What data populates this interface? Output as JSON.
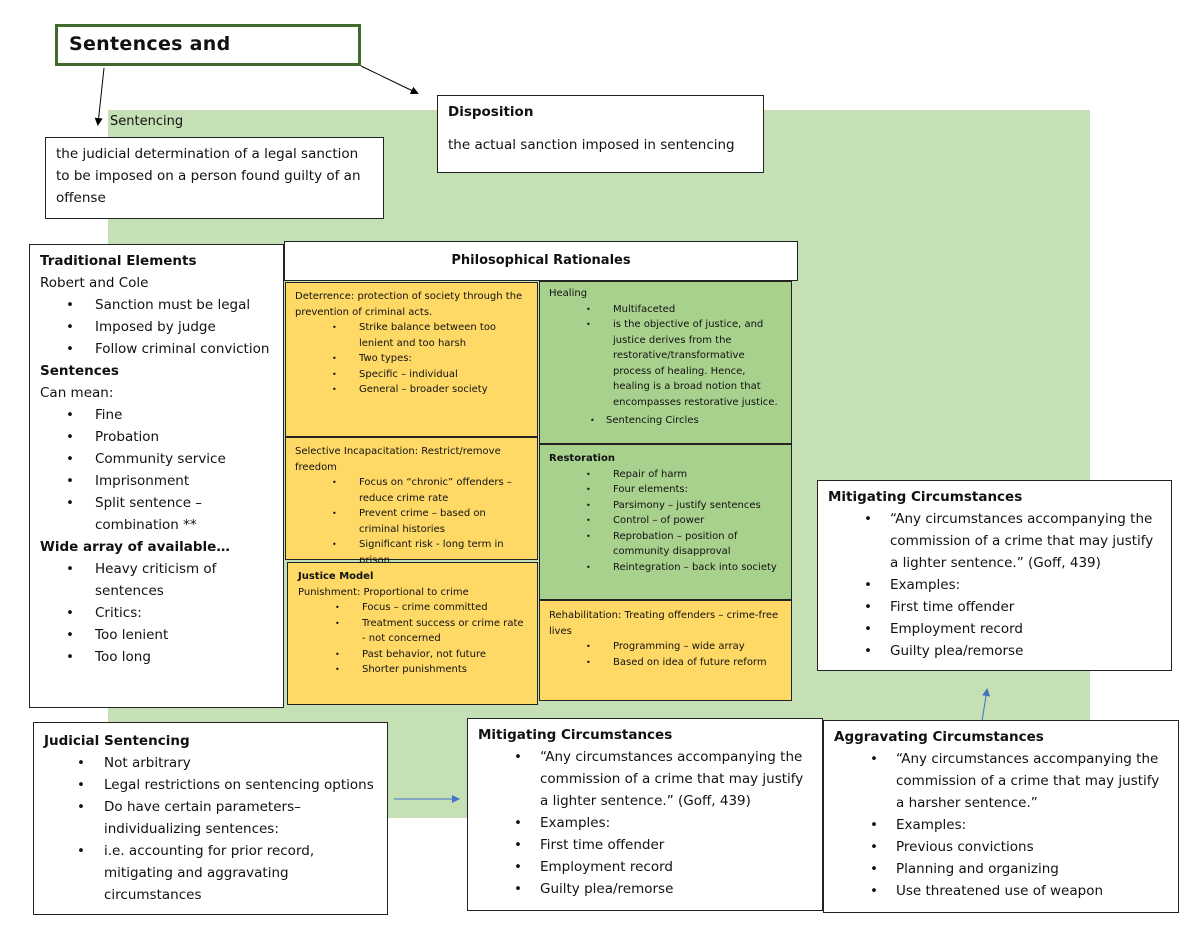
{
  "title": "Sentences and",
  "sentencing": {
    "label": "Sentencing",
    "definition": "the judicial determination of a legal sanction to be imposed on a person found guilty of an offense"
  },
  "disposition": {
    "heading": "Disposition",
    "text": "the actual sanction imposed in sentencing"
  },
  "traditional": {
    "heading": "Traditional Elements",
    "author": "Robert and Cole",
    "items": [
      "Sanction must be legal",
      "Imposed by judge",
      "Follow criminal conviction"
    ],
    "sentences_heading": "Sentences",
    "can_mean": "Can mean:",
    "sentence_items": [
      "Fine",
      "Probation",
      "Community service",
      "Imprisonment",
      "Split sentence – combination **"
    ],
    "wide_heading": "Wide array of available…",
    "wide_items": [
      "Heavy criticism of sentences",
      "Critics:",
      "Too lenient",
      "Too long"
    ]
  },
  "philosophical": {
    "heading": "Philosophical Rationales",
    "deterrence": {
      "heading": "Deterrence: protection of society through the prevention of criminal acts.",
      "items": [
        "Strike balance between too lenient and too harsh",
        "Two types:",
        "Specific – individual",
        "General – broader society"
      ]
    },
    "selective": {
      "heading": "Selective Incapacitation: Restrict/remove freedom",
      "items": [
        "Focus on “chronic” offenders – reduce crime rate",
        "Prevent crime – based on criminal histories",
        "Significant risk - long term in prison"
      ]
    },
    "justice": {
      "heading": "Justice Model",
      "subheading": "Punishment: Proportional to crime",
      "items": [
        "Focus – crime committed",
        "Treatment success or crime rate - not concerned",
        "Past behavior, not future",
        "Shorter punishments"
      ]
    },
    "healing": {
      "heading": "Healing",
      "items": [
        "Multifaceted",
        "is the objective of justice, and justice derives from the restorative/transformative process of healing. Hence, healing is a broad notion that encompasses restorative justice.",
        "Sentencing Circles"
      ]
    },
    "restoration": {
      "heading": "Restoration",
      "items": [
        "Repair of harm",
        "Four elements:",
        "Parsimony – justify sentences",
        "Control – of power",
        "Reprobation – position of community disapproval",
        "Reintegration – back into society"
      ]
    },
    "rehabilitation": {
      "heading": "Rehabilitation: Treating offenders – crime-free lives",
      "items": [
        "Programming – wide array",
        "Based on idea of future reform"
      ]
    }
  },
  "mitigating_right": {
    "heading": "Mitigating Circumstances",
    "quote": "“Any circumstances accompanying the commission of a crime that may justify a lighter sentence.” (Goff, 439)",
    "items": [
      "Examples:",
      "First time offender",
      "Employment record",
      "Guilty plea/remorse"
    ]
  },
  "judicial": {
    "heading": "Judicial Sentencing",
    "items": [
      "Not arbitrary",
      "Legal restrictions on sentencing options",
      "Do have certain parameters– individualizing sentences:",
      "i.e. accounting for prior record, mitigating and aggravating circumstances"
    ]
  },
  "mitigating_bottom": {
    "heading": "Mitigating Circumstances",
    "quote": "“Any circumstances accompanying the commission of a crime that may justify a lighter sentence.” (Goff, 439)",
    "items": [
      "Examples:",
      "First time offender",
      "Employment record",
      "Guilty plea/remorse"
    ]
  },
  "aggravating": {
    "heading": "Aggravating Circumstances",
    "quote": "“Any circumstances accompanying the commission of a crime that may justify a harsher sentence.”",
    "items": [
      "Examples:",
      "Previous convictions",
      "Planning and organizing",
      "Use threatened use of weapon"
    ]
  },
  "colors": {
    "background_green": "#c5e0b4",
    "yellow_box": "#ffd966",
    "green_box": "#a9d18e",
    "title_border": "#3f6a2e",
    "arrow_blue": "#4472c4"
  }
}
